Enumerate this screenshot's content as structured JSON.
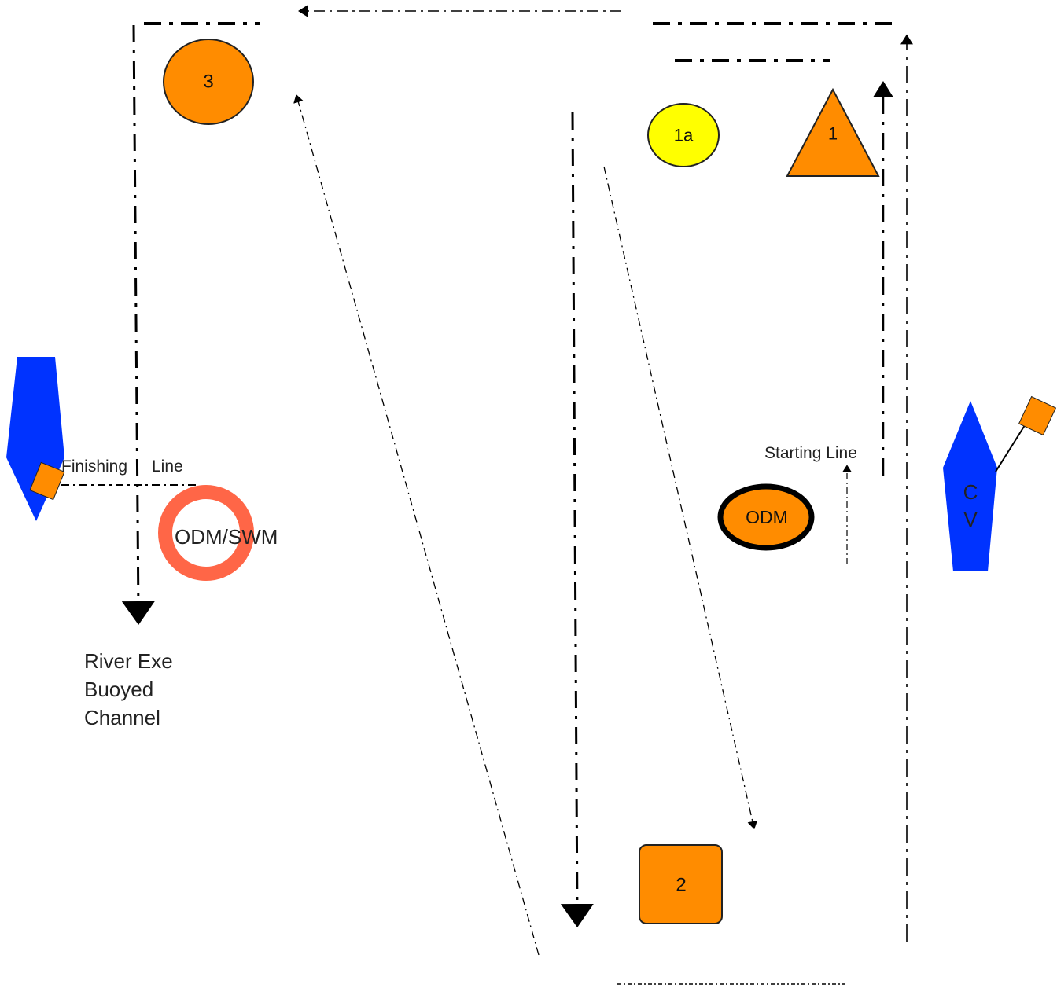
{
  "marks": {
    "mark_3": "3",
    "mark_1a": "1a",
    "mark_1": "1",
    "mark_2": "2",
    "odm": "ODM",
    "odm_swm": "ODM/SWM"
  },
  "labels": {
    "finishing_line_1": "Finishing",
    "finishing_line_2": "Line",
    "starting_line": "Starting Line",
    "channel_line1": "River Exe",
    "channel_line2": "Buoyed",
    "channel_line3": "Channel",
    "committee_vessel_c": "C",
    "committee_vessel_v": "V"
  },
  "colors": {
    "orange_mark": "#ff8c00",
    "yellow_mark": "#ffff00",
    "blue_vessel": "#0033ff",
    "red_ring": "#ff6647"
  }
}
